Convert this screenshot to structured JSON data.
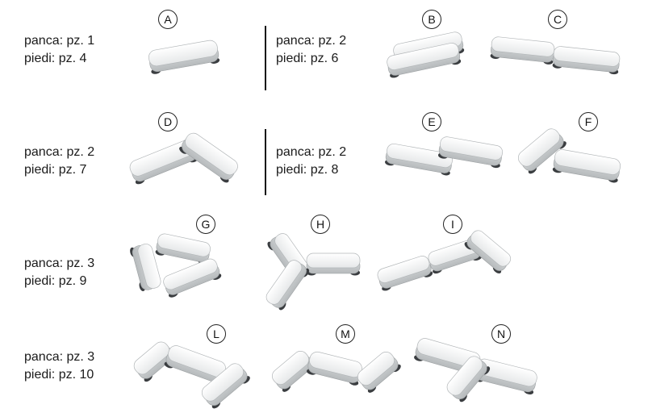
{
  "groups": [
    {
      "panca": "panca: pz. 1",
      "piedi": "piedi: pz. 4"
    },
    {
      "panca": "panca: pz. 2",
      "piedi": "piedi: pz. 6"
    },
    {
      "panca": "panca: pz. 2",
      "piedi": "piedi: pz. 7"
    },
    {
      "panca": "panca: pz. 2",
      "piedi": "piedi: pz. 8"
    },
    {
      "panca": "panca: pz. 3",
      "piedi": "piedi: pz. 9"
    },
    {
      "panca": "panca: pz. 3",
      "piedi": "piedi: pz. 10"
    }
  ],
  "configurations": [
    "A",
    "B",
    "C",
    "D",
    "E",
    "F",
    "G",
    "H",
    "I",
    "L",
    "M",
    "N"
  ],
  "colors": {
    "bench_top": "#f4f5f5",
    "bench_side": "#c9cccd",
    "foot": "#3a3d40",
    "text": "#1a1a1a"
  }
}
